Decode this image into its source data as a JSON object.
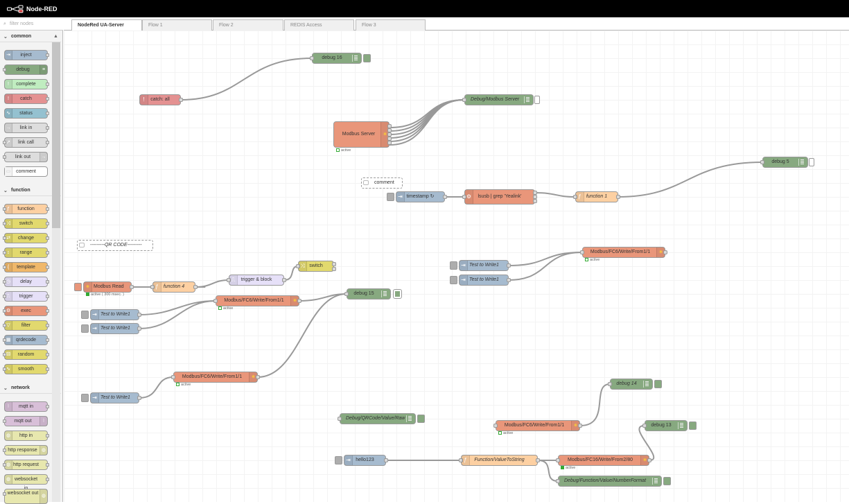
{
  "header": {
    "title": "Node-RED"
  },
  "palette": {
    "filter_placeholder": "filter nodes",
    "categories": [
      {
        "label": "common",
        "nodes": [
          "inject",
          "debug",
          "complete",
          "catch",
          "status",
          "link in",
          "link call",
          "link out",
          "comment"
        ]
      },
      {
        "label": "function",
        "nodes": [
          "function",
          "switch",
          "change",
          "range",
          "template",
          "delay",
          "trigger",
          "exec",
          "filter",
          "qrdecode",
          "random",
          "smooth"
        ]
      },
      {
        "label": "network",
        "nodes": [
          "mqtt in",
          "mqtt out",
          "http in",
          "http response",
          "http request",
          "websocket in",
          "websocket out"
        ]
      }
    ]
  },
  "tabs": [
    "NodeRed UA-Server",
    "Flow 1",
    "Flow 2",
    "REDIS Access",
    "Flow 3"
  ],
  "flow": {
    "nodes": {
      "debug16": "debug 16",
      "catch_all": "catch: all",
      "debug_modbus_server": "Debug/Modbus Server",
      "modbus_server": "Modbus Server",
      "modbus_server_status": "active",
      "debug5": "debug 5",
      "comment": "comment",
      "timestamp": "timestamp ↻",
      "lsusb": "lsusb | grep 'Yealink'",
      "function1": "function 1",
      "qr_comment": "---------QR CODE---------",
      "modbus_write_a": "Modbus/FC6/Write/From1/1",
      "modbus_write_a_status": "active",
      "test_write_a1": "Test to Write1",
      "test_write_a2": "Test to Write1",
      "switch": "switch",
      "trigger_block": "trigger & block",
      "modbus_read": "Modbus Read",
      "modbus_read_status": "active ( 300 msec. )",
      "function4": "function 4",
      "debug15": "debug 15",
      "modbus_write_b": "Modbus/FC6/Write/From1/1",
      "modbus_write_b_status": "active",
      "test_write_b1": "Test to Write1",
      "test_write_b2": "Test to Write1",
      "modbus_write_c": "Modbus/FC6/Write/From1/1",
      "modbus_write_c_status": "active",
      "test_write_c": "Test to Write1",
      "debug14": "debug 14",
      "debug_qrcode": "Debug/QRCode/Value/Raw",
      "modbus_write_d": "Modbus/FC6/Write/From1/1",
      "modbus_write_d_status": "active",
      "debug13": "debug 13",
      "hello123": "hello123",
      "function_value_to_string": "Function/ValueToString",
      "modbus_write_fc16": "Modbus/FC16/Write/From2/80",
      "modbus_write_fc16_status": "active",
      "debug_function_value": "Debug/Function/Value/NumberFormat"
    }
  },
  "colors": {
    "header_bg": "#000000",
    "inject": "#a6bbcf",
    "debug": "#87a980",
    "modbus": "#e9967a",
    "function": "#fdd0a2",
    "switch": "#e2d96e",
    "trigger": "#e6e0f8",
    "catch": "#e49191"
  }
}
